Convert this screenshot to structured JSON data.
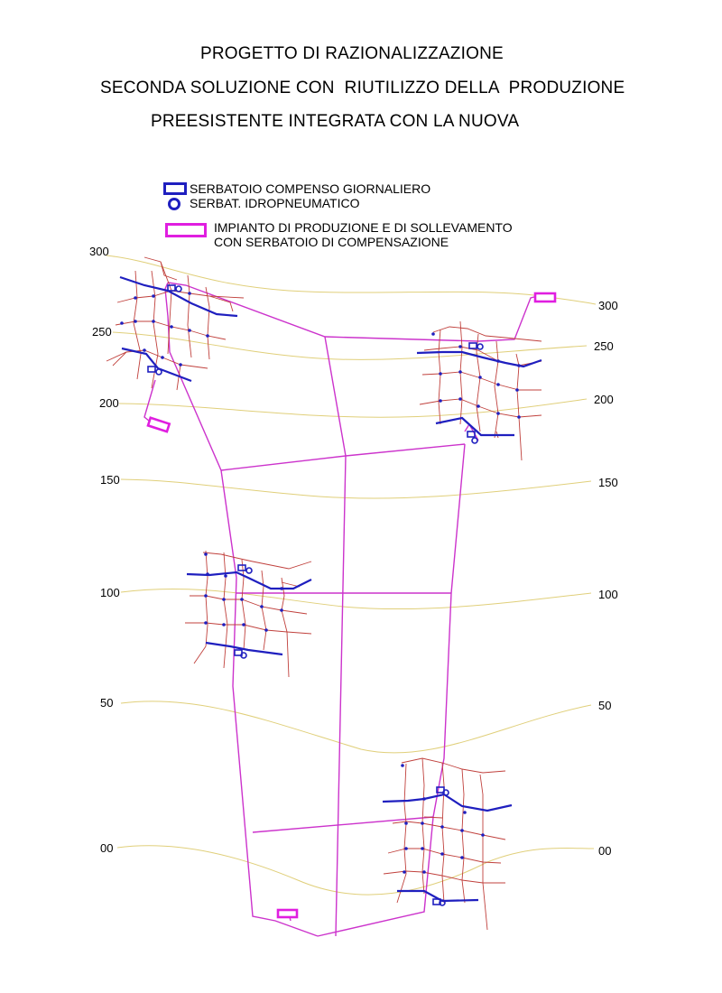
{
  "title": {
    "line1": "PROGETTO DI RAZIONALIZZAZIONE",
    "line2": "SECONDA SOLUZIONE CON  RIUTILIZZO DELLA  PRODUZIONE",
    "line3": "PREESISTENTE INTEGRATA CON LA NUOVA"
  },
  "legend": {
    "item1": "SERBATOIO COMPENSO GIORNALIERO",
    "item2": "SERBAT. IDROPNEUMATICO",
    "item3_line1": "IMPIANTO DI PRODUZIONE E DI SOLLEVAMENTO",
    "item3_line2": "CON SERBATOIO DI COMPENSAZIONE"
  },
  "elevations": {
    "left": [
      "300",
      "250",
      "200",
      "150",
      "100",
      "50",
      "00"
    ],
    "right": [
      "300",
      "250",
      "200",
      "150",
      "100",
      "50",
      "00"
    ]
  },
  "colors": {
    "contour": "#e0cf7a",
    "trunk": "#cc33cc",
    "network": "#c0403c",
    "reservoir": "#1f1fbf",
    "plant": "#e01ee0"
  },
  "icons": {
    "daily_reservoir": "blue-rectangle-icon",
    "pressure_tank": "blue-ring-icon",
    "production_plant": "magenta-rectangle-icon"
  }
}
